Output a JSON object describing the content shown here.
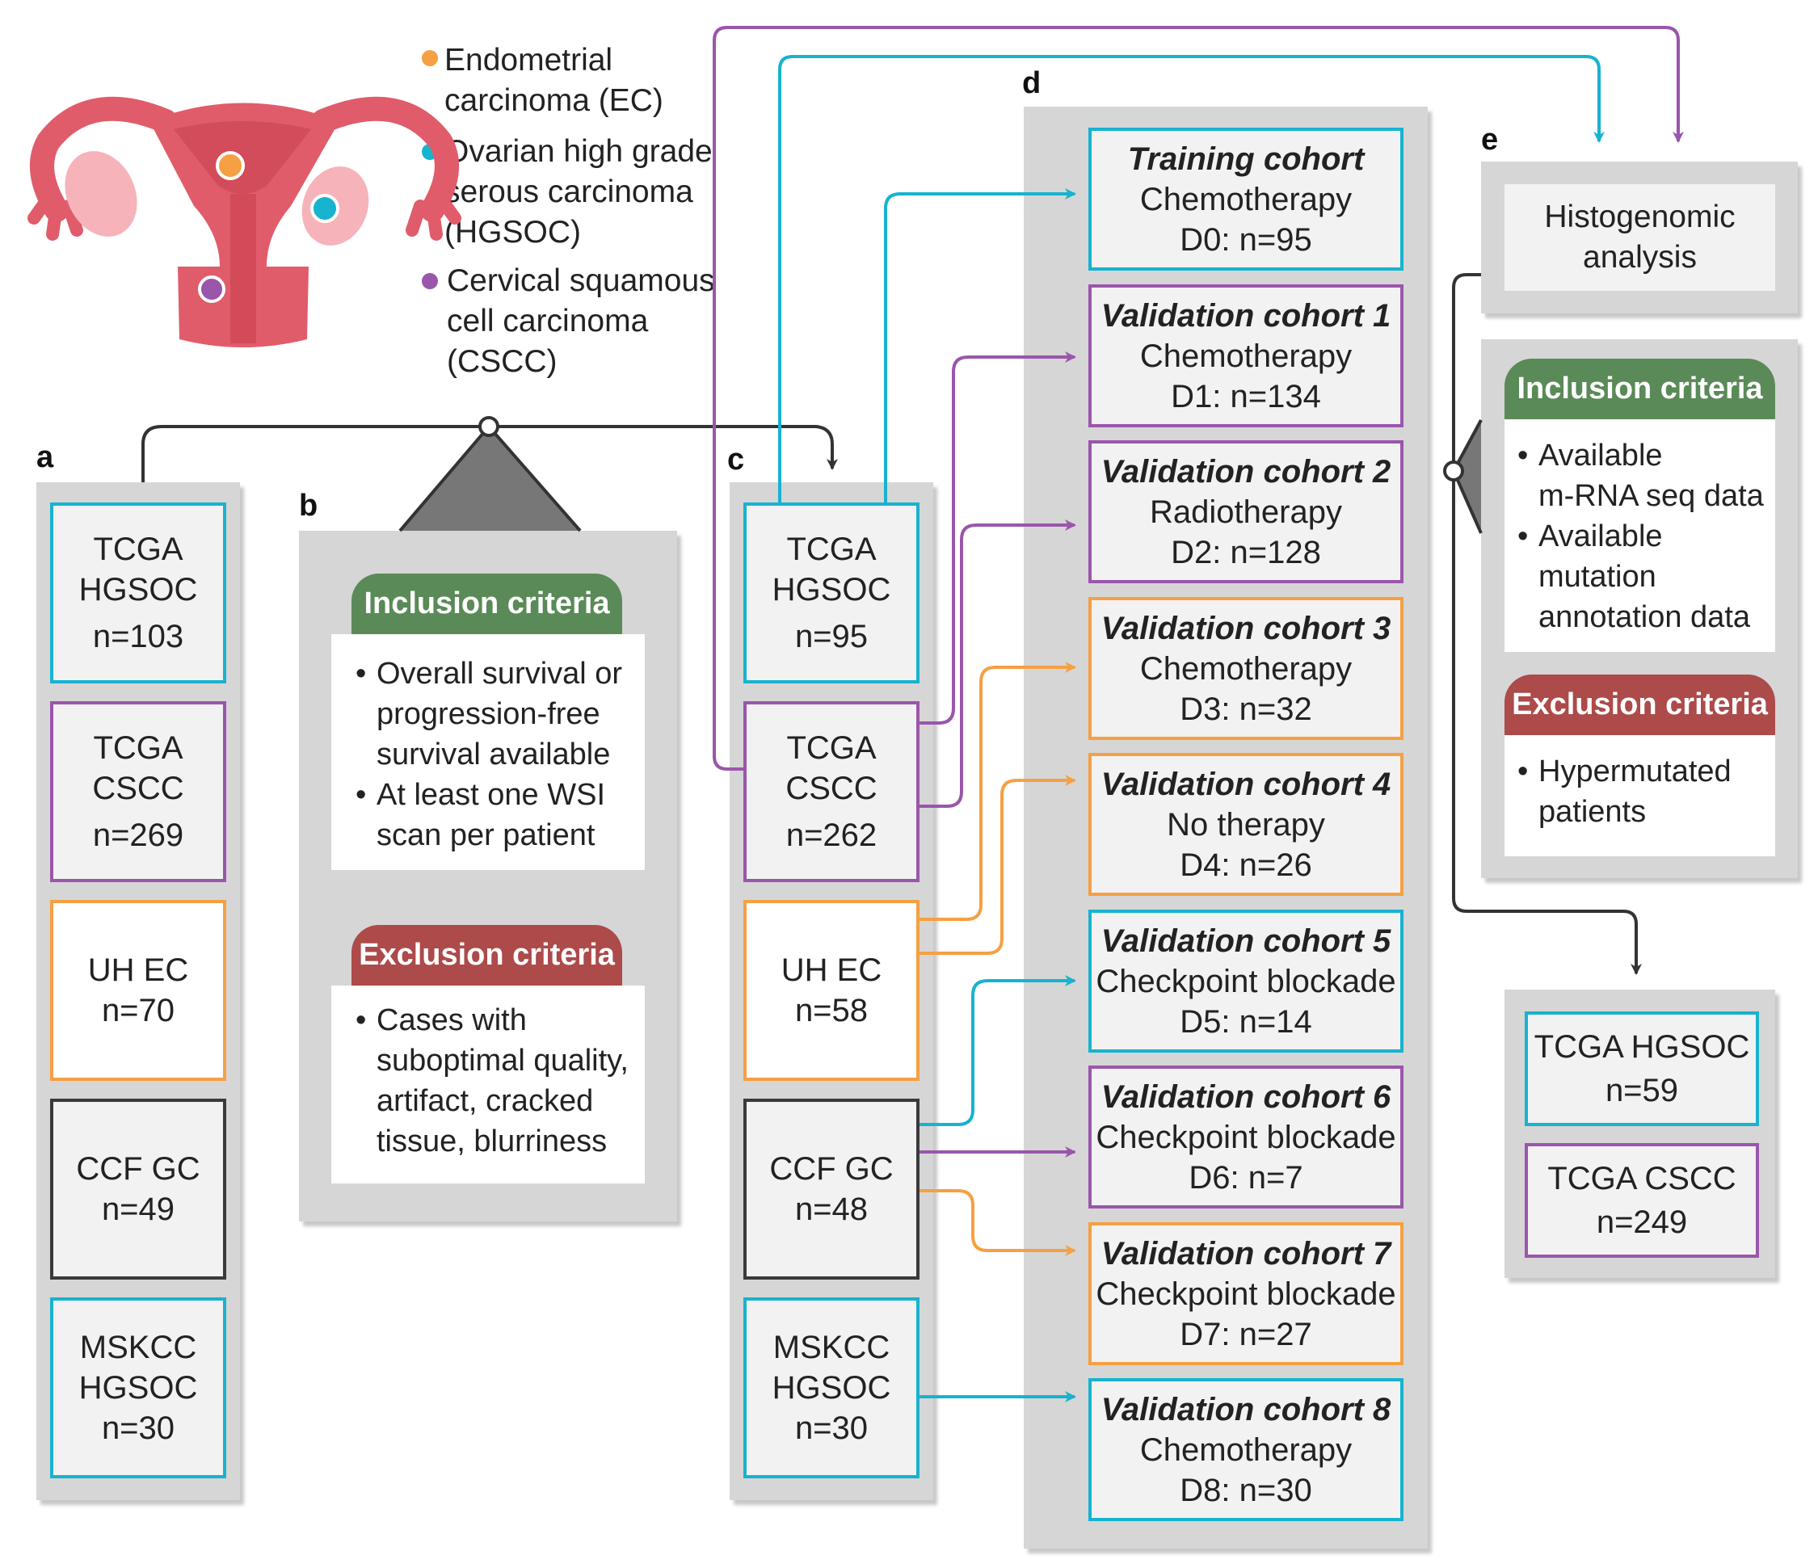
{
  "legend": {
    "items": [
      {
        "label": "Endometrial carcinoma (EC)",
        "lines": [
          "Endometrial",
          "carcinoma (EC)"
        ],
        "color": "#f5a042"
      },
      {
        "label": "Ovarian high grade serous carcinoma (HGSOC)",
        "lines": [
          "Ovarian high grade",
          "serous carcinoma",
          "(HGSOC)"
        ],
        "color": "#17b3cf"
      },
      {
        "label": "Cervical squamous cell carcinoma (CSCC)",
        "lines": [
          "Cervical squamous",
          "cell carcinoma",
          "(CSCC)"
        ],
        "color": "#9a56ab"
      }
    ]
  },
  "panel_a": {
    "letter": "a",
    "boxes": [
      {
        "lines": [
          "TCGA",
          "HGSOC",
          "n=103"
        ],
        "color": "teal"
      },
      {
        "lines": [
          "TCGA",
          "CSCC",
          "n=269"
        ],
        "color": "purple"
      },
      {
        "lines": [
          "UH EC",
          "n=70"
        ],
        "color": "orange"
      },
      {
        "lines": [
          "CCF GC",
          "n=49"
        ],
        "color": "dark"
      },
      {
        "lines": [
          "MSKCC",
          "HGSOC",
          "n=30"
        ],
        "color": "teal"
      }
    ]
  },
  "panel_b": {
    "letter": "b",
    "inclusion_header": "Inclusion criteria",
    "inclusion_items": [
      [
        "Overall survival or",
        "progression-free",
        "survival available"
      ],
      [
        "At least one WSI",
        "scan per patient"
      ]
    ],
    "exclusion_header": "Exclusion criteria",
    "exclusion_items": [
      [
        "Cases with",
        "suboptimal quality,",
        "artifact, cracked",
        "tissue, blurriness"
      ]
    ]
  },
  "panel_c": {
    "letter": "c",
    "boxes": [
      {
        "lines": [
          "TCGA",
          "HGSOC",
          "n=95"
        ],
        "color": "teal"
      },
      {
        "lines": [
          "TCGA",
          "CSCC",
          "n=262"
        ],
        "color": "purple"
      },
      {
        "lines": [
          "UH EC",
          "n=58"
        ],
        "color": "orange"
      },
      {
        "lines": [
          "CCF GC",
          "n=48"
        ],
        "color": "dark"
      },
      {
        "lines": [
          "MSKCC",
          "HGSOC",
          "n=30"
        ],
        "color": "teal"
      }
    ]
  },
  "panel_d": {
    "letter": "d",
    "cohorts": [
      {
        "title": "Training cohort",
        "therapy": "Chemotherapy",
        "count": "D0: n=95",
        "color": "teal"
      },
      {
        "title": "Validation cohort 1",
        "therapy": "Chemotherapy",
        "count": "D1: n=134",
        "color": "purple"
      },
      {
        "title": "Validation cohort 2",
        "therapy": "Radiotherapy",
        "count": "D2: n=128",
        "color": "purple"
      },
      {
        "title": "Validation cohort 3",
        "therapy": "Chemotherapy",
        "count": "D3: n=32",
        "color": "orange"
      },
      {
        "title": "Validation cohort 4",
        "therapy": "No therapy",
        "count": "D4: n=26",
        "color": "orange"
      },
      {
        "title": "Validation cohort 5",
        "therapy": "Checkpoint blockade",
        "count": "D5: n=14",
        "color": "teal"
      },
      {
        "title": "Validation cohort 6",
        "therapy": "Checkpoint blockade",
        "count": "D6: n=7",
        "color": "purple"
      },
      {
        "title": "Validation cohort 7",
        "therapy": "Checkpoint blockade",
        "count": "D7: n=27",
        "color": "orange"
      },
      {
        "title": "Validation cohort 8",
        "therapy": "Chemotherapy",
        "count": "D8: n=30",
        "color": "teal"
      }
    ]
  },
  "panel_e": {
    "letter": "e",
    "histogenomic_lines": [
      "Histogenomic",
      "analysis"
    ],
    "inclusion_header": "Inclusion criteria",
    "inclusion_items": [
      [
        "Available",
        "m-RNA seq data"
      ],
      [
        "Available",
        "mutation",
        "annotation data"
      ]
    ],
    "exclusion_header": "Exclusion criteria",
    "exclusion_items": [
      [
        "Hypermutated",
        "patients"
      ]
    ],
    "boxes": [
      {
        "lines": [
          "TCGA HGSOC",
          "n=59"
        ],
        "color": "teal"
      },
      {
        "lines": [
          "TCGA CSCC",
          "n=249"
        ],
        "color": "purple"
      }
    ]
  },
  "colors": {
    "teal": "#17b3cf",
    "purple": "#9a56ab",
    "orange": "#f5a042",
    "dark": "#3a3a3a",
    "green": "#5a8a57",
    "red": "#ad4a4a",
    "panel": "#d6d6d6",
    "uterus": "#e05c6a"
  }
}
